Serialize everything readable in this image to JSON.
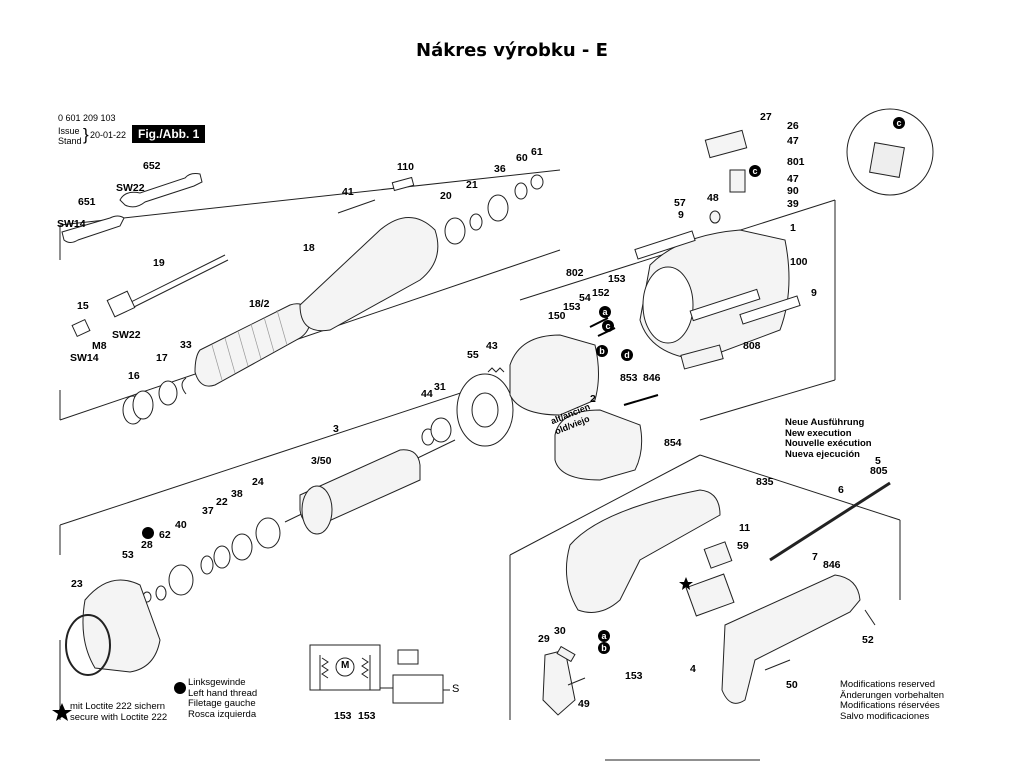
{
  "title": "Nákres výrobku - E",
  "header": {
    "part_number": "0 601 209 103",
    "issue_label_1": "Issue",
    "issue_label_2": "Stand",
    "issue_date": "20-01-22",
    "figure_label": "Fig./Abb. 1"
  },
  "parts": [
    {
      "id": "p652",
      "label": "652"
    },
    {
      "id": "pSW22a",
      "label": "SW22"
    },
    {
      "id": "p651",
      "label": "651"
    },
    {
      "id": "pSW14a",
      "label": "SW14"
    },
    {
      "id": "p19",
      "label": "19"
    },
    {
      "id": "p15",
      "label": "15"
    },
    {
      "id": "pM8",
      "label": "M8"
    },
    {
      "id": "pSW22b",
      "label": "SW22"
    },
    {
      "id": "pSW14b",
      "label": "SW14"
    },
    {
      "id": "p41",
      "label": "41"
    },
    {
      "id": "p110",
      "label": "110"
    },
    {
      "id": "p20",
      "label": "20"
    },
    {
      "id": "p21",
      "label": "21"
    },
    {
      "id": "p36",
      "label": "36"
    },
    {
      "id": "p60",
      "label": "60"
    },
    {
      "id": "p61",
      "label": "61"
    },
    {
      "id": "p18",
      "label": "18"
    },
    {
      "id": "p18_2",
      "label": "18/2"
    },
    {
      "id": "p17",
      "label": "17"
    },
    {
      "id": "p33",
      "label": "33"
    },
    {
      "id": "p16",
      "label": "16"
    },
    {
      "id": "p27",
      "label": "27"
    },
    {
      "id": "p26",
      "label": "26"
    },
    {
      "id": "p47a",
      "label": "47"
    },
    {
      "id": "p801",
      "label": "801"
    },
    {
      "id": "p47b",
      "label": "47"
    },
    {
      "id": "p90",
      "label": "90"
    },
    {
      "id": "p39",
      "label": "39"
    },
    {
      "id": "p48",
      "label": "48"
    },
    {
      "id": "p57",
      "label": "57"
    },
    {
      "id": "p9a",
      "label": "9"
    },
    {
      "id": "p1",
      "label": "1"
    },
    {
      "id": "p100",
      "label": "100"
    },
    {
      "id": "p9b",
      "label": "9"
    },
    {
      "id": "p808",
      "label": "808"
    },
    {
      "id": "p802",
      "label": "802"
    },
    {
      "id": "p153a",
      "label": "153"
    },
    {
      "id": "p150",
      "label": "150"
    },
    {
      "id": "p153b",
      "label": "153"
    },
    {
      "id": "p54",
      "label": "54"
    },
    {
      "id": "p152",
      "label": "152"
    },
    {
      "id": "p43",
      "label": "43"
    },
    {
      "id": "p55",
      "label": "55"
    },
    {
      "id": "p853",
      "label": "853"
    },
    {
      "id": "p846a",
      "label": "846"
    },
    {
      "id": "p2",
      "label": "2"
    },
    {
      "id": "p854",
      "label": "854"
    },
    {
      "id": "p44",
      "label": "44"
    },
    {
      "id": "p31",
      "label": "31"
    },
    {
      "id": "p3",
      "label": "3"
    },
    {
      "id": "p3_50",
      "label": "3/50"
    },
    {
      "id": "p24",
      "label": "24"
    },
    {
      "id": "p38",
      "label": "38"
    },
    {
      "id": "p22",
      "label": "22"
    },
    {
      "id": "p37",
      "label": "37"
    },
    {
      "id": "p40",
      "label": "40"
    },
    {
      "id": "p62",
      "label": "62"
    },
    {
      "id": "p28",
      "label": "28"
    },
    {
      "id": "p53",
      "label": "53"
    },
    {
      "id": "p23",
      "label": "23"
    },
    {
      "id": "p835",
      "label": "835"
    },
    {
      "id": "p5",
      "label": "5"
    },
    {
      "id": "p805",
      "label": "805"
    },
    {
      "id": "p6",
      "label": "6"
    },
    {
      "id": "p11",
      "label": "11"
    },
    {
      "id": "p59",
      "label": "59"
    },
    {
      "id": "p7",
      "label": "7"
    },
    {
      "id": "p846b",
      "label": "846"
    },
    {
      "id": "p52",
      "label": "52"
    },
    {
      "id": "p29",
      "label": "29"
    },
    {
      "id": "p30",
      "label": "30"
    },
    {
      "id": "p153c",
      "label": "153"
    },
    {
      "id": "p4",
      "label": "4"
    },
    {
      "id": "p49",
      "label": "49"
    },
    {
      "id": "p50",
      "label": "50"
    },
    {
      "id": "p153d",
      "label": "153"
    },
    {
      "id": "p153e",
      "label": "153"
    }
  ],
  "callouts": {
    "a": "a",
    "b": "b",
    "c": "c",
    "d": "d"
  },
  "old_version_label": "alt/ancien old/viejo",
  "new_version_note": [
    "Neue Ausführung",
    "New execution",
    "Nouvelle exécution",
    "Nueva ejecución"
  ],
  "loctite_note": [
    "mit Loctite 222 sichern",
    "secure with Loctite 222"
  ],
  "left_thread_note": [
    "Linksgewinde",
    "Left hand thread",
    "Filetage gauche",
    "Rosca izquierda"
  ],
  "modifications_note": [
    "Modifications reserved",
    "Änderungen vorbehalten",
    "Modifications réservées",
    "Salvo modificaciones"
  ],
  "schematic": {
    "motor_symbol": "M",
    "switch_symbol": "S"
  },
  "colors": {
    "ink": "#000000",
    "paper": "#ffffff",
    "line": "#222222"
  }
}
